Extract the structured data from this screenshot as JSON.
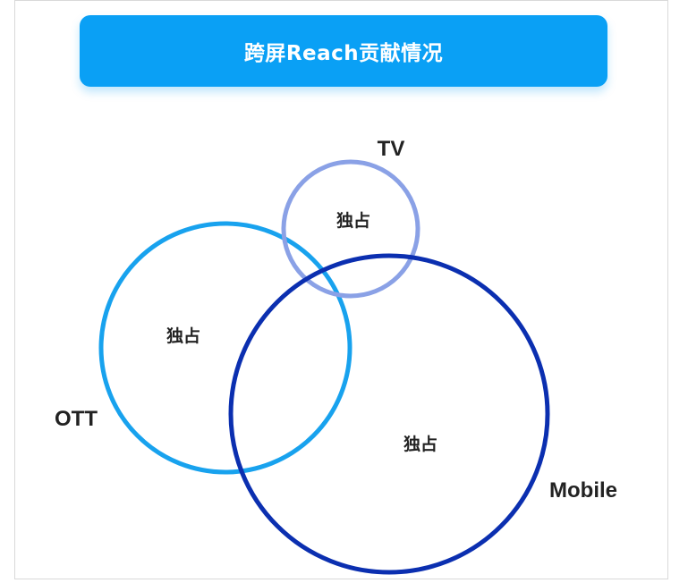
{
  "title": "跨屏Reach贡献情况",
  "colors": {
    "banner": "#0aa0f5",
    "ott": "#18a2ee",
    "tv": "#8aa1e6",
    "mobile": "#0b2fb0"
  },
  "sets": {
    "tv": {
      "label": "TV",
      "region_label": "独占"
    },
    "ott": {
      "label": "OTT",
      "region_label": "独占"
    },
    "mobile": {
      "label": "Mobile",
      "region_label": "独占"
    }
  }
}
